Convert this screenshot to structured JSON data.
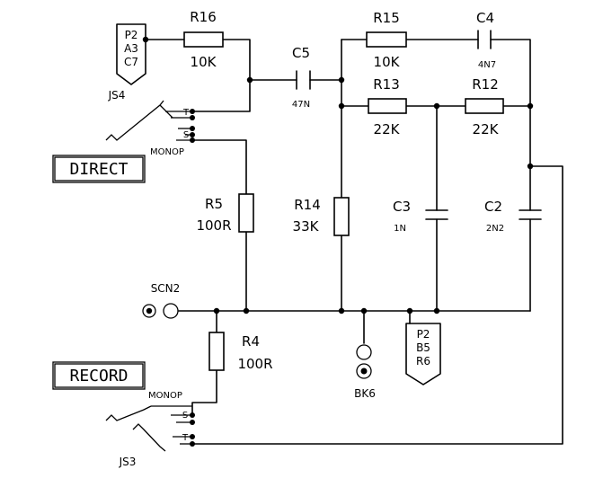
{
  "components": {
    "r16": {
      "ref": "R16",
      "value": "10K"
    },
    "r15": {
      "ref": "R15",
      "value": "10K"
    },
    "c4": {
      "ref": "C4",
      "value": "4N7"
    },
    "c5": {
      "ref": "C5",
      "value": "47N"
    },
    "r13": {
      "ref": "R13",
      "value": "22K"
    },
    "r12": {
      "ref": "R12",
      "value": "22K"
    },
    "r5": {
      "ref": "R5",
      "value": "100R"
    },
    "r14": {
      "ref": "R14",
      "value": "33K"
    },
    "c3": {
      "ref": "C3",
      "value": "1N"
    },
    "c2": {
      "ref": "C2",
      "value": "2N2"
    },
    "r4": {
      "ref": "R4",
      "value": "100R"
    }
  },
  "connectors": {
    "js4": {
      "ref": "JS4",
      "type": "MONOP",
      "pin_t": "T",
      "pin_s": "S"
    },
    "js3": {
      "ref": "JS3",
      "type": "MONOP",
      "pin_t": "T",
      "pin_s": "S"
    },
    "scn2": {
      "ref": "SCN2"
    },
    "bk6": {
      "ref": "BK6"
    }
  },
  "labels": {
    "direct": "DIRECT",
    "record": "RECORD"
  },
  "offpage_flags": {
    "top": [
      "P2",
      "A3",
      "C7"
    ],
    "bottom": [
      "P2",
      "B5",
      "R6"
    ]
  }
}
